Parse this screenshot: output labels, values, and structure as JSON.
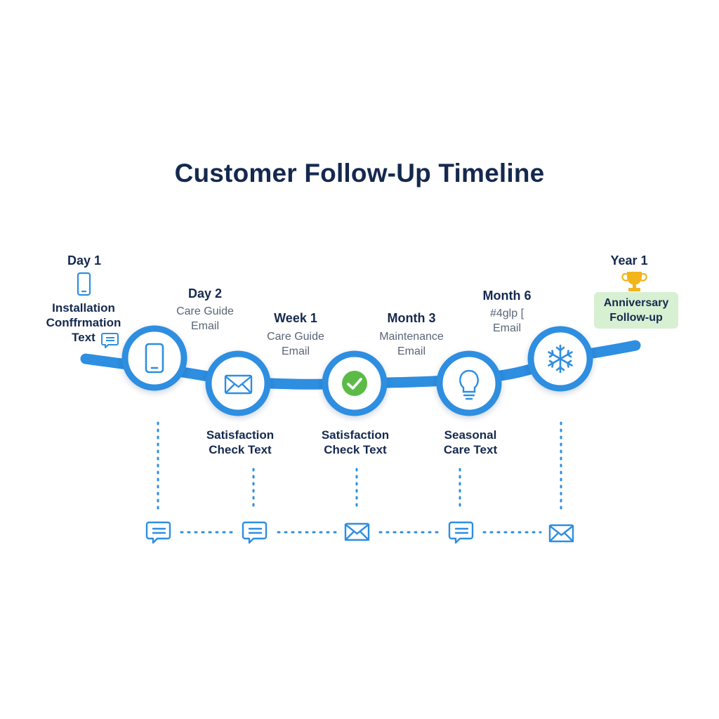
{
  "title": "Customer Follow-Up Timeline",
  "colors": {
    "track": "#2e8ee0",
    "node_ring": "#2e8ee0",
    "node_fill": "#ffffff",
    "icon_blue": "#2e8ee0",
    "check_green": "#5cbb47",
    "trophy_gold": "#f2b51b",
    "badge_green": "#d8f0d2",
    "heading_navy": "#15294f",
    "muted_gray": "#5a6577"
  },
  "milestones": [
    {
      "when": "Day 1",
      "lines": [
        "Installation",
        "Conffrmation",
        "Text"
      ]
    },
    {
      "when": "Day 2",
      "lines": [
        "Care Guide",
        "Email"
      ]
    },
    {
      "when": "Week 1",
      "lines": [
        "Care Guide",
        "Email"
      ]
    },
    {
      "when": "Month 3",
      "lines": [
        "Maintenance",
        "Email"
      ]
    },
    {
      "when": "Month 6",
      "lines": [
        "#4glp [",
        "Email"
      ]
    },
    {
      "when": "Year 1",
      "lines": [
        "Anniversary",
        "Follow-up"
      ]
    }
  ],
  "below_labels": [
    {
      "lines": [
        "Satisfaction",
        "Check Text"
      ]
    },
    {
      "lines": [
        "Satisfaction",
        "Check Text"
      ]
    },
    {
      "lines": [
        "Seasonal",
        "Care Text"
      ]
    }
  ],
  "nodes": [
    {
      "icon": "smartphone-icon"
    },
    {
      "icon": "envelope-icon"
    },
    {
      "icon": "checkmark-icon"
    },
    {
      "icon": "lightbulb-icon"
    },
    {
      "icon": "snowflake-icon"
    }
  ],
  "bottom_icons": [
    "chat-icon",
    "chat-icon",
    "envelope-icon",
    "chat-icon",
    "envelope-icon"
  ]
}
